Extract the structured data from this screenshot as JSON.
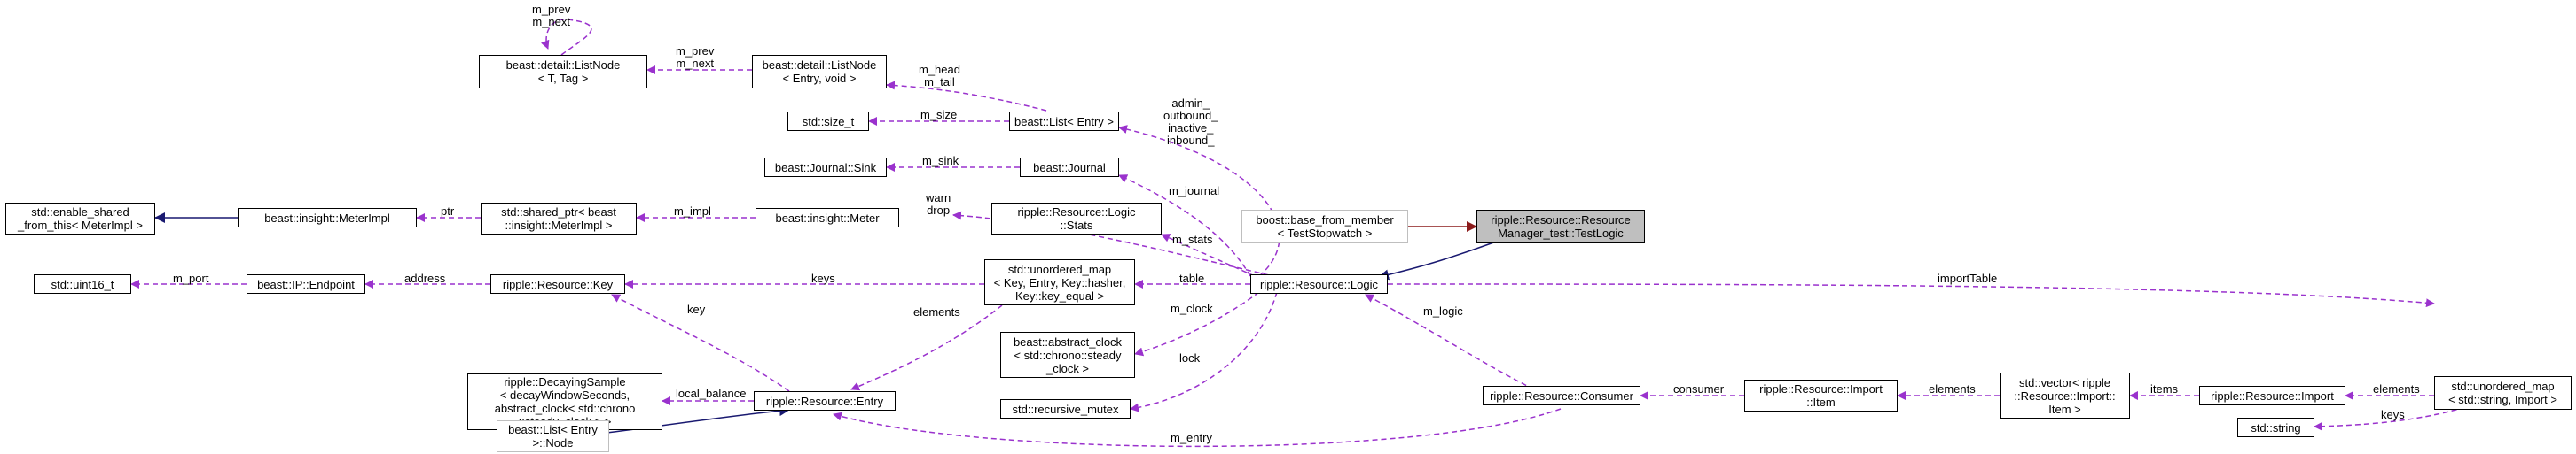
{
  "diagram": {
    "nodes": {
      "listnode_tag": [
        "beast::detail::ListNode",
        "< T, Tag >"
      ],
      "listnode_entry": [
        "beast::detail::ListNode",
        "< Entry, void >"
      ],
      "size_t": [
        "std::size_t"
      ],
      "list_entry": [
        "beast::List< Entry >"
      ],
      "journal_sink": [
        "beast::Journal::Sink"
      ],
      "journal": [
        "beast::Journal"
      ],
      "enable_shared": [
        "std::enable_shared",
        "_from_this< MeterImpl >"
      ],
      "meterimpl": [
        "beast::insight::MeterImpl"
      ],
      "shared_ptr": [
        "std::shared_ptr< beast",
        "::insight::MeterImpl >"
      ],
      "meter": [
        "beast::insight::Meter"
      ],
      "logic_stats": [
        "ripple::Resource::Logic",
        "::Stats"
      ],
      "base_from_member": [
        "boost::base_from_member",
        "< TestStopwatch >"
      ],
      "testlogic": [
        "ripple::Resource::Resource",
        "Manager_test::TestLogic"
      ],
      "uint16": [
        "std::uint16_t"
      ],
      "endpoint": [
        "beast::IP::Endpoint"
      ],
      "resource_key": [
        "ripple::Resource::Key"
      ],
      "unordered_map_key": [
        "std::unordered_map",
        "< Key, Entry, Key::hasher,",
        "Key::key_equal >"
      ],
      "logic": [
        "ripple::Resource::Logic"
      ],
      "decaying_sample": [
        "ripple::DecayingSample",
        "< decayWindowSeconds,",
        "abstract_clock< std::chrono",
        "::steady_clock > >"
      ],
      "resource_entry": [
        "ripple::Resource::Entry"
      ],
      "abstract_clock": [
        "beast::abstract_clock",
        "< std::chrono::steady",
        "_clock >"
      ],
      "consumer": [
        "ripple::Resource::Consumer"
      ],
      "import_item": [
        "ripple::Resource::Import",
        "::Item"
      ],
      "vector_item": [
        "std::vector< ripple",
        "::Resource::Import::",
        "Item >"
      ],
      "resource_import": [
        "ripple::Resource::Import"
      ],
      "unordered_map_str": [
        "std::unordered_map",
        "< std::string, Import >"
      ],
      "std_string": [
        "std::string"
      ],
      "list_node": [
        "beast::List< Entry",
        ">::Node"
      ],
      "recursive_mutex": [
        "std::recursive_mutex"
      ]
    },
    "edge_labels": {
      "self_prev_next": [
        "m_prev",
        "m_next"
      ],
      "prev_next": [
        "m_prev",
        "m_next"
      ],
      "head_tail": [
        "m_head",
        "m_tail"
      ],
      "size": [
        "m_size"
      ],
      "sink": [
        "m_sink"
      ],
      "ptr": [
        "ptr"
      ],
      "impl": [
        "m_impl"
      ],
      "warn_drop": [
        "warn",
        "drop"
      ],
      "admin_group": [
        "admin_",
        "outbound_",
        "inactive_",
        "inbound_"
      ],
      "journal": [
        "m_journal"
      ],
      "stats": [
        "m_stats"
      ],
      "port": [
        "m_port"
      ],
      "address": [
        "address"
      ],
      "keys_map": [
        "keys"
      ],
      "table": [
        "table"
      ],
      "key": [
        "key"
      ],
      "elements_map": [
        "elements"
      ],
      "clock": [
        "m_clock"
      ],
      "lock": [
        "lock"
      ],
      "local_balance": [
        "local_balance"
      ],
      "logic": [
        "m_logic"
      ],
      "import_table": [
        "importTable"
      ],
      "consumer": [
        "consumer"
      ],
      "elements_item": [
        "elements"
      ],
      "items": [
        "items"
      ],
      "elements_import": [
        "elements"
      ],
      "keys_string": [
        "keys"
      ],
      "entry": [
        "m_entry"
      ]
    },
    "colors": {
      "usage_edge": "#9a32cd",
      "inheritance_edge": "#191970",
      "template_edge": "#8b1a1a",
      "focus_fill": "#bfbfbf",
      "external_border": "#bfbfbf"
    }
  }
}
